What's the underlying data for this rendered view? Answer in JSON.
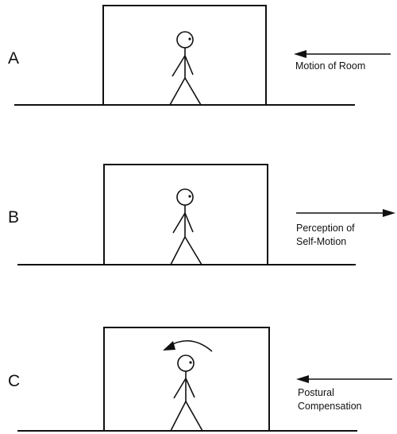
{
  "panels": [
    {
      "letter": "A",
      "caption": "Motion of Room",
      "arrow_direction": "left"
    },
    {
      "letter": "B",
      "caption": "Perception of\nSelf-Motion",
      "arrow_direction": "right"
    },
    {
      "letter": "C",
      "caption": "Postural\nCompensation",
      "arrow_direction": "left"
    }
  ],
  "colors": {
    "line": "#111111",
    "background": "#ffffff"
  }
}
